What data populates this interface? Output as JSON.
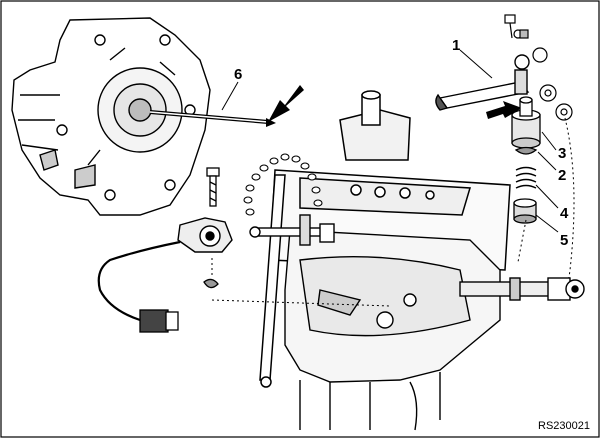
{
  "figure": {
    "reference_code": "RS230021",
    "callouts": [
      {
        "id": "c1",
        "label": "1"
      },
      {
        "id": "c2",
        "label": "2"
      },
      {
        "id": "c3",
        "label": "3"
      },
      {
        "id": "c4",
        "label": "4"
      },
      {
        "id": "c5",
        "label": "5"
      },
      {
        "id": "c6",
        "label": "6"
      }
    ],
    "arrows": [
      {
        "id": "arrow-pin",
        "icon": "bold-arrow-icon"
      },
      {
        "id": "arrow-bushing",
        "icon": "bold-arrow-icon"
      }
    ]
  }
}
